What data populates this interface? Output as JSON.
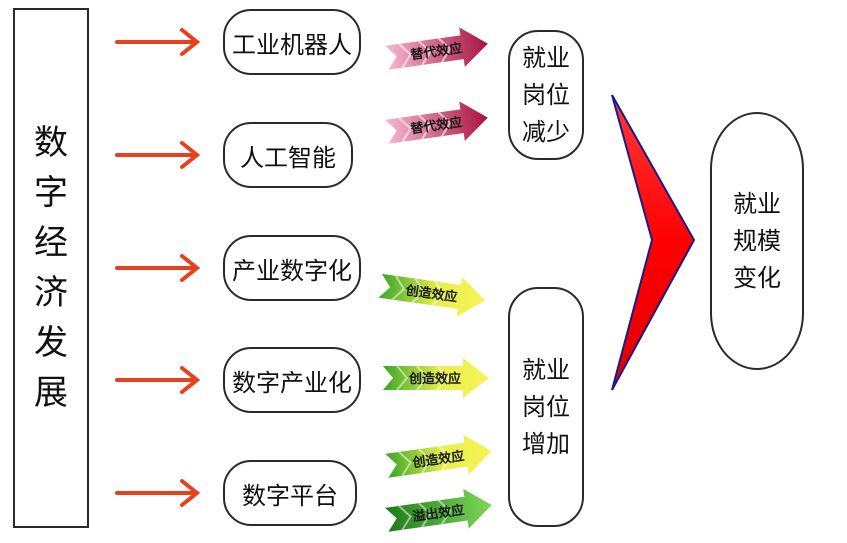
{
  "source": {
    "label": "数字经济发展"
  },
  "drivers": [
    {
      "label": "工业机器人"
    },
    {
      "label": "人工智能"
    },
    {
      "label": "产业数字化"
    },
    {
      "label": "数字产业化"
    },
    {
      "label": "数字平台"
    }
  ],
  "effects": [
    {
      "label": "替代效应",
      "kind": "substitution"
    },
    {
      "label": "替代效应",
      "kind": "substitution"
    },
    {
      "label": "创造效应",
      "kind": "creation"
    },
    {
      "label": "创造效应",
      "kind": "creation"
    },
    {
      "label": "创造效应",
      "kind": "creation"
    },
    {
      "label": "溢出效应",
      "kind": "spillover"
    }
  ],
  "outcomes": {
    "decrease": {
      "label": "就业岗位减少"
    },
    "increase": {
      "label": "就业岗位增加"
    }
  },
  "result": {
    "label": "就业规模变化"
  },
  "colors": {
    "driver_arrow": "#e8401c",
    "substitution_light": "#f4a7c3",
    "substitution_dark": "#b0174a",
    "creation_light": "#f7f25a",
    "creation_dark": "#2e9a1e",
    "spillover_light": "#6ed04a",
    "spillover_dark": "#1e7a1a",
    "big_chevron": "#ff1010",
    "box_border": "#2a2a2a"
  }
}
